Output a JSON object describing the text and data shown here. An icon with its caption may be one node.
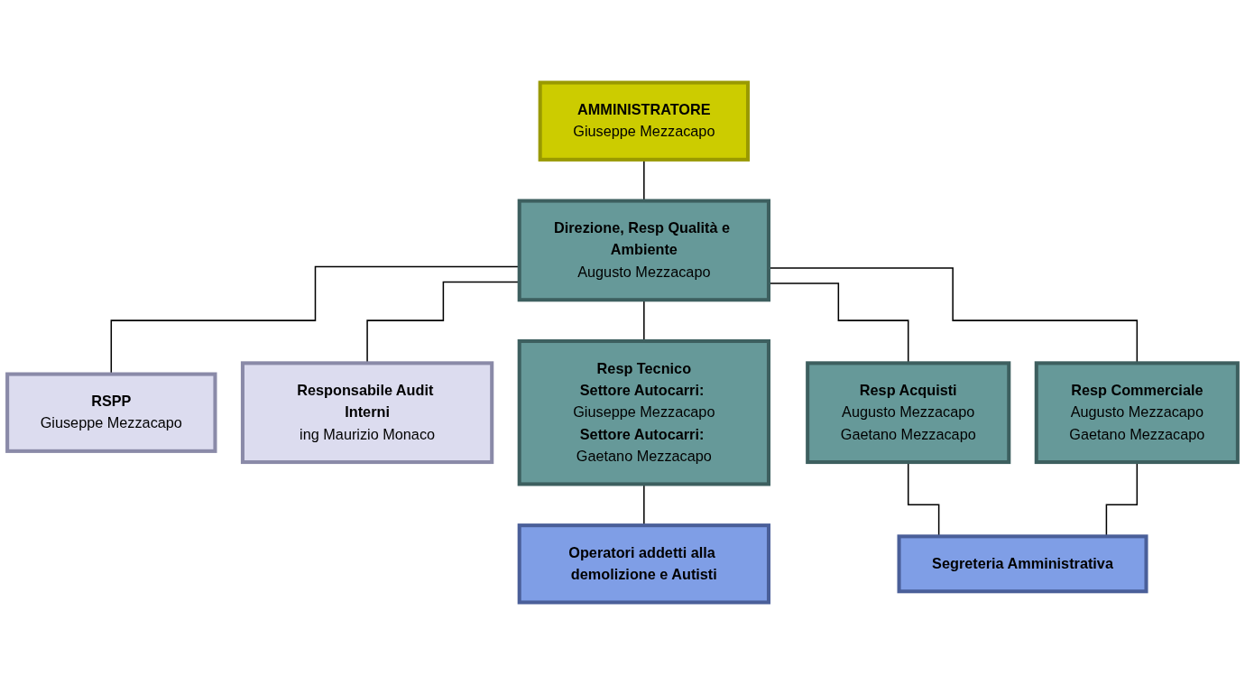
{
  "diagram": {
    "nodes": [
      {
        "text": [
          "AMMINISTRATORE",
          "Giuseppe Mezzacapo"
        ]
      },
      {
        "text": [
          "Direzione, Resp Qualità e Ambiente",
          "Augusto Mezzacapo"
        ]
      },
      {
        "text": [
          "RSPP",
          "Giuseppe Mezzacapo"
        ]
      },
      {
        "text": [
          "Responsabile Audit Interni",
          "ing Maurizio Monaco"
        ]
      },
      {
        "text": [
          "Resp Tecnico",
          "**Settore Autocarri:** Giuseppe Mezzacapo",
          "**Settore Autocarri:** Gaetano Mezzacapo"
        ]
      },
      {
        "text": [
          "Resp Acquisti",
          "Augusto Mezzacapo",
          "Gaetano Mezzacapo"
        ]
      },
      {
        "text": [
          "Resp Commerciale",
          "Augusto Mezzacapo",
          "Gaetano Mezzacapo"
        ]
      },
      {
        "text": [
          "Operatori addetti alla demolizione e Autisti"
        ]
      },
      {
        "text": [
          "Segreteria Amministrativa"
        ]
      }
    ],
    "edges": [
      {
        "from": 0,
        "to": 1,
        "arrow": "none"
      },
      {
        "from": 1,
        "to": 2,
        "arrow": "none"
      },
      {
        "from": 1,
        "to": 3,
        "arrow": "none"
      },
      {
        "from": 1,
        "to": 4,
        "arrow": "none"
      },
      {
        "from": 1,
        "to": 5,
        "arrow": "none"
      },
      {
        "from": 1,
        "to": 6,
        "arrow": "none"
      },
      {
        "from": 4,
        "to": 7,
        "arrow": "none"
      },
      {
        "from": 5,
        "to": 8,
        "arrow": "none"
      },
      {
        "from": 6,
        "to": 8,
        "arrow": "none"
      }
    ]
  }
}
